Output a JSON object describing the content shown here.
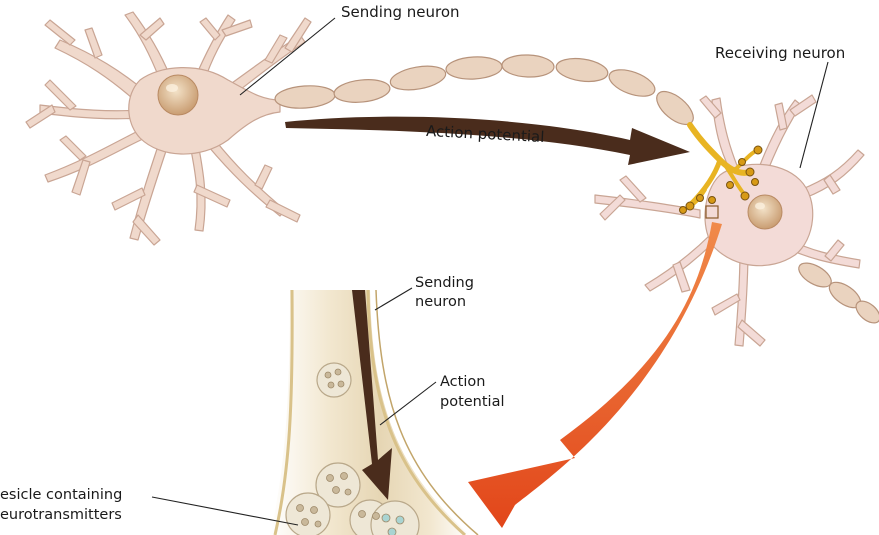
{
  "labels": {
    "sending_neuron_top": "Sending neuron",
    "receiving_neuron": "Receiving neuron",
    "action_potential_top": "Action potential",
    "sending_neuron_zoom_line1": "Sending",
    "sending_neuron_zoom_line2": "neuron",
    "action_potential_zoom_line1": "Action",
    "action_potential_zoom_line2": "potential",
    "vesicle_line1": "esicle containing",
    "vesicle_line2": "eurotransmitters"
  },
  "colors": {
    "neuron_body": "#f0d9cc",
    "neuron_outline": "#c9a594",
    "axon_segment": "#ead3bf",
    "terminal_gold": "#e8b423",
    "arrow_dark": "#4a2c1c",
    "arrow_orange": "#e85a1c",
    "zoom_tan": "#e9dcc0"
  }
}
